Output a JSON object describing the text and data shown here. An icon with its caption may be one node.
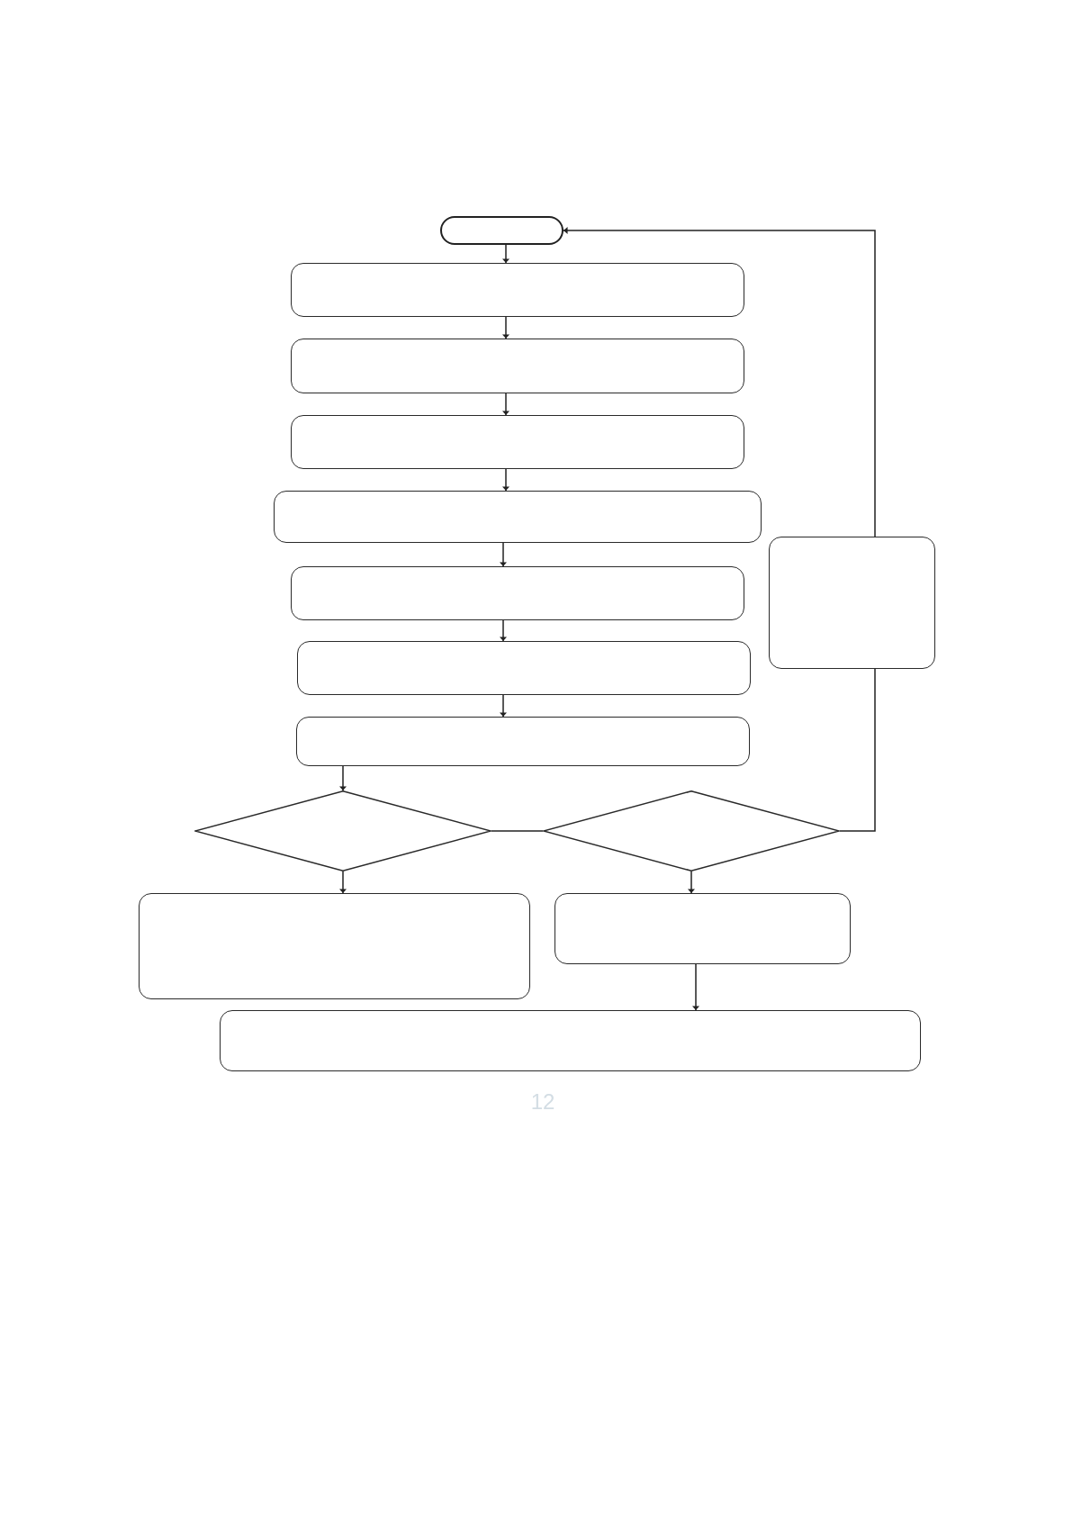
{
  "diagram": {
    "nodes": [
      {
        "text": [],
        "shape": "pill"
      },
      {
        "text": [],
        "shape": "box"
      },
      {
        "text": [],
        "shape": "box"
      },
      {
        "text": [],
        "shape": "box"
      },
      {
        "text": [],
        "shape": "box"
      },
      {
        "text": [],
        "shape": "box"
      },
      {
        "text": [],
        "shape": "box"
      },
      {
        "text": [],
        "shape": "box"
      },
      {
        "text": [],
        "shape": "box"
      },
      {
        "text": [],
        "shape": "diamond"
      },
      {
        "text": [],
        "shape": "diamond"
      },
      {
        "text": [],
        "shape": "box"
      },
      {
        "text": [],
        "shape": "box"
      },
      {
        "text": [],
        "shape": "box"
      }
    ],
    "edges": [
      {
        "from": 0,
        "to": 1,
        "arrow": "to"
      },
      {
        "from": 1,
        "to": 2,
        "arrow": "to"
      },
      {
        "from": 2,
        "to": 3,
        "arrow": "to"
      },
      {
        "from": 3,
        "to": 4,
        "arrow": "to"
      },
      {
        "from": 4,
        "to": 5,
        "arrow": "to"
      },
      {
        "from": 5,
        "to": 6,
        "arrow": "to"
      },
      {
        "from": 6,
        "to": 7,
        "arrow": "to"
      },
      {
        "from": 7,
        "to": 9,
        "arrow": "to"
      },
      {
        "from": 9,
        "to": 10,
        "arrow": "none"
      },
      {
        "from": 9,
        "to": 11,
        "arrow": "to"
      },
      {
        "from": 10,
        "to": 12,
        "arrow": "to"
      },
      {
        "from": 12,
        "to": 13,
        "arrow": "to"
      },
      {
        "from": 10,
        "to": 8,
        "arrow": "none"
      },
      {
        "from": 8,
        "to": 0,
        "arrow": "to"
      }
    ],
    "labels": [
      "12"
    ]
  }
}
